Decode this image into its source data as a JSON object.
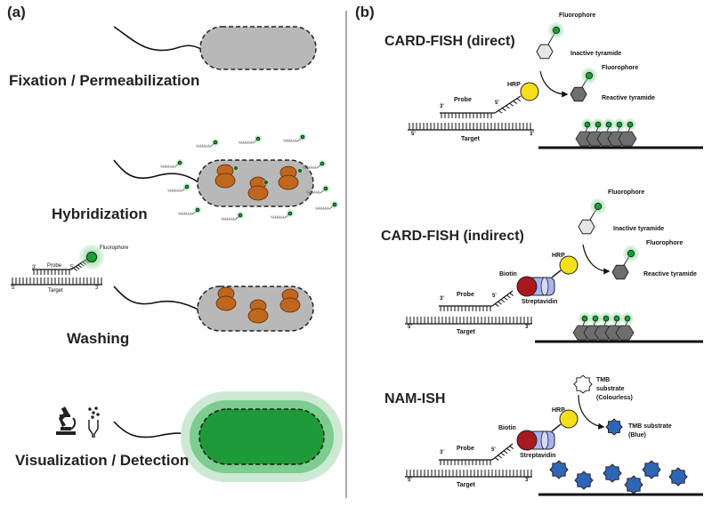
{
  "panels": {
    "a": "(a)",
    "b": "(b)"
  },
  "left": {
    "step1": "Fixation / Permeabilization",
    "step2": "Hybridization",
    "step3": "Washing",
    "step4": "Visualization / Detection",
    "inset": {
      "fluorophore": "Fluorophore",
      "probe": "Probe",
      "target": "Target",
      "p3": "3'",
      "p5": "5'",
      "t5": "5'",
      "t3": "3'"
    }
  },
  "right": {
    "direct": {
      "title": "CARD-FISH (direct)",
      "fluorophore_top": "Fluorophore",
      "inactive": "Inactive tyramide",
      "fluorophore_mid": "Fluorophore",
      "reactive": "Reactive tyramide",
      "hrp": "HRP",
      "probe": "Probe",
      "target": "Target",
      "p3": "3'",
      "p5": "5'",
      "t5": "5'",
      "t3": "3'"
    },
    "indirect": {
      "title": "CARD-FISH (indirect)",
      "fluorophore_top": "Fluorophore",
      "inactive": "Inactive tyramide",
      "fluorophore_mid": "Fluorophore",
      "reactive": "Reactive tyramide",
      "hrp": "HRP",
      "biotin": "Biotin",
      "streptavidin": "Streptavidin",
      "probe": "Probe",
      "target": "Target",
      "p3": "3'",
      "p5": "5'",
      "t5": "5'",
      "t3": "3'"
    },
    "nam": {
      "title": "NAM-ISH",
      "tmb_colourless": [
        "TMB",
        "substrate",
        "(Colourless)"
      ],
      "tmb_blue": [
        "TMB substrate",
        "(Blue)"
      ],
      "hrp": "HRP",
      "biotin": "Biotin",
      "streptavidin": "Streptavidin",
      "probe": "Probe",
      "target": "Target",
      "p3": "3'",
      "p5": "5'",
      "t5": "5'",
      "t3": "3'"
    }
  },
  "colors": {
    "cell_grey": "#bdbdbd",
    "fluor_green": "#1e9e3a",
    "glow_green": "#a8dcb3",
    "ribosome": "#c0661d",
    "hrp": "#f4e01a",
    "biotin": "#a8191f",
    "streptavidin": "#a9b3f0",
    "tmb_blue": "#2f65b5",
    "tyramide_grey": "#6e6e6e"
  }
}
